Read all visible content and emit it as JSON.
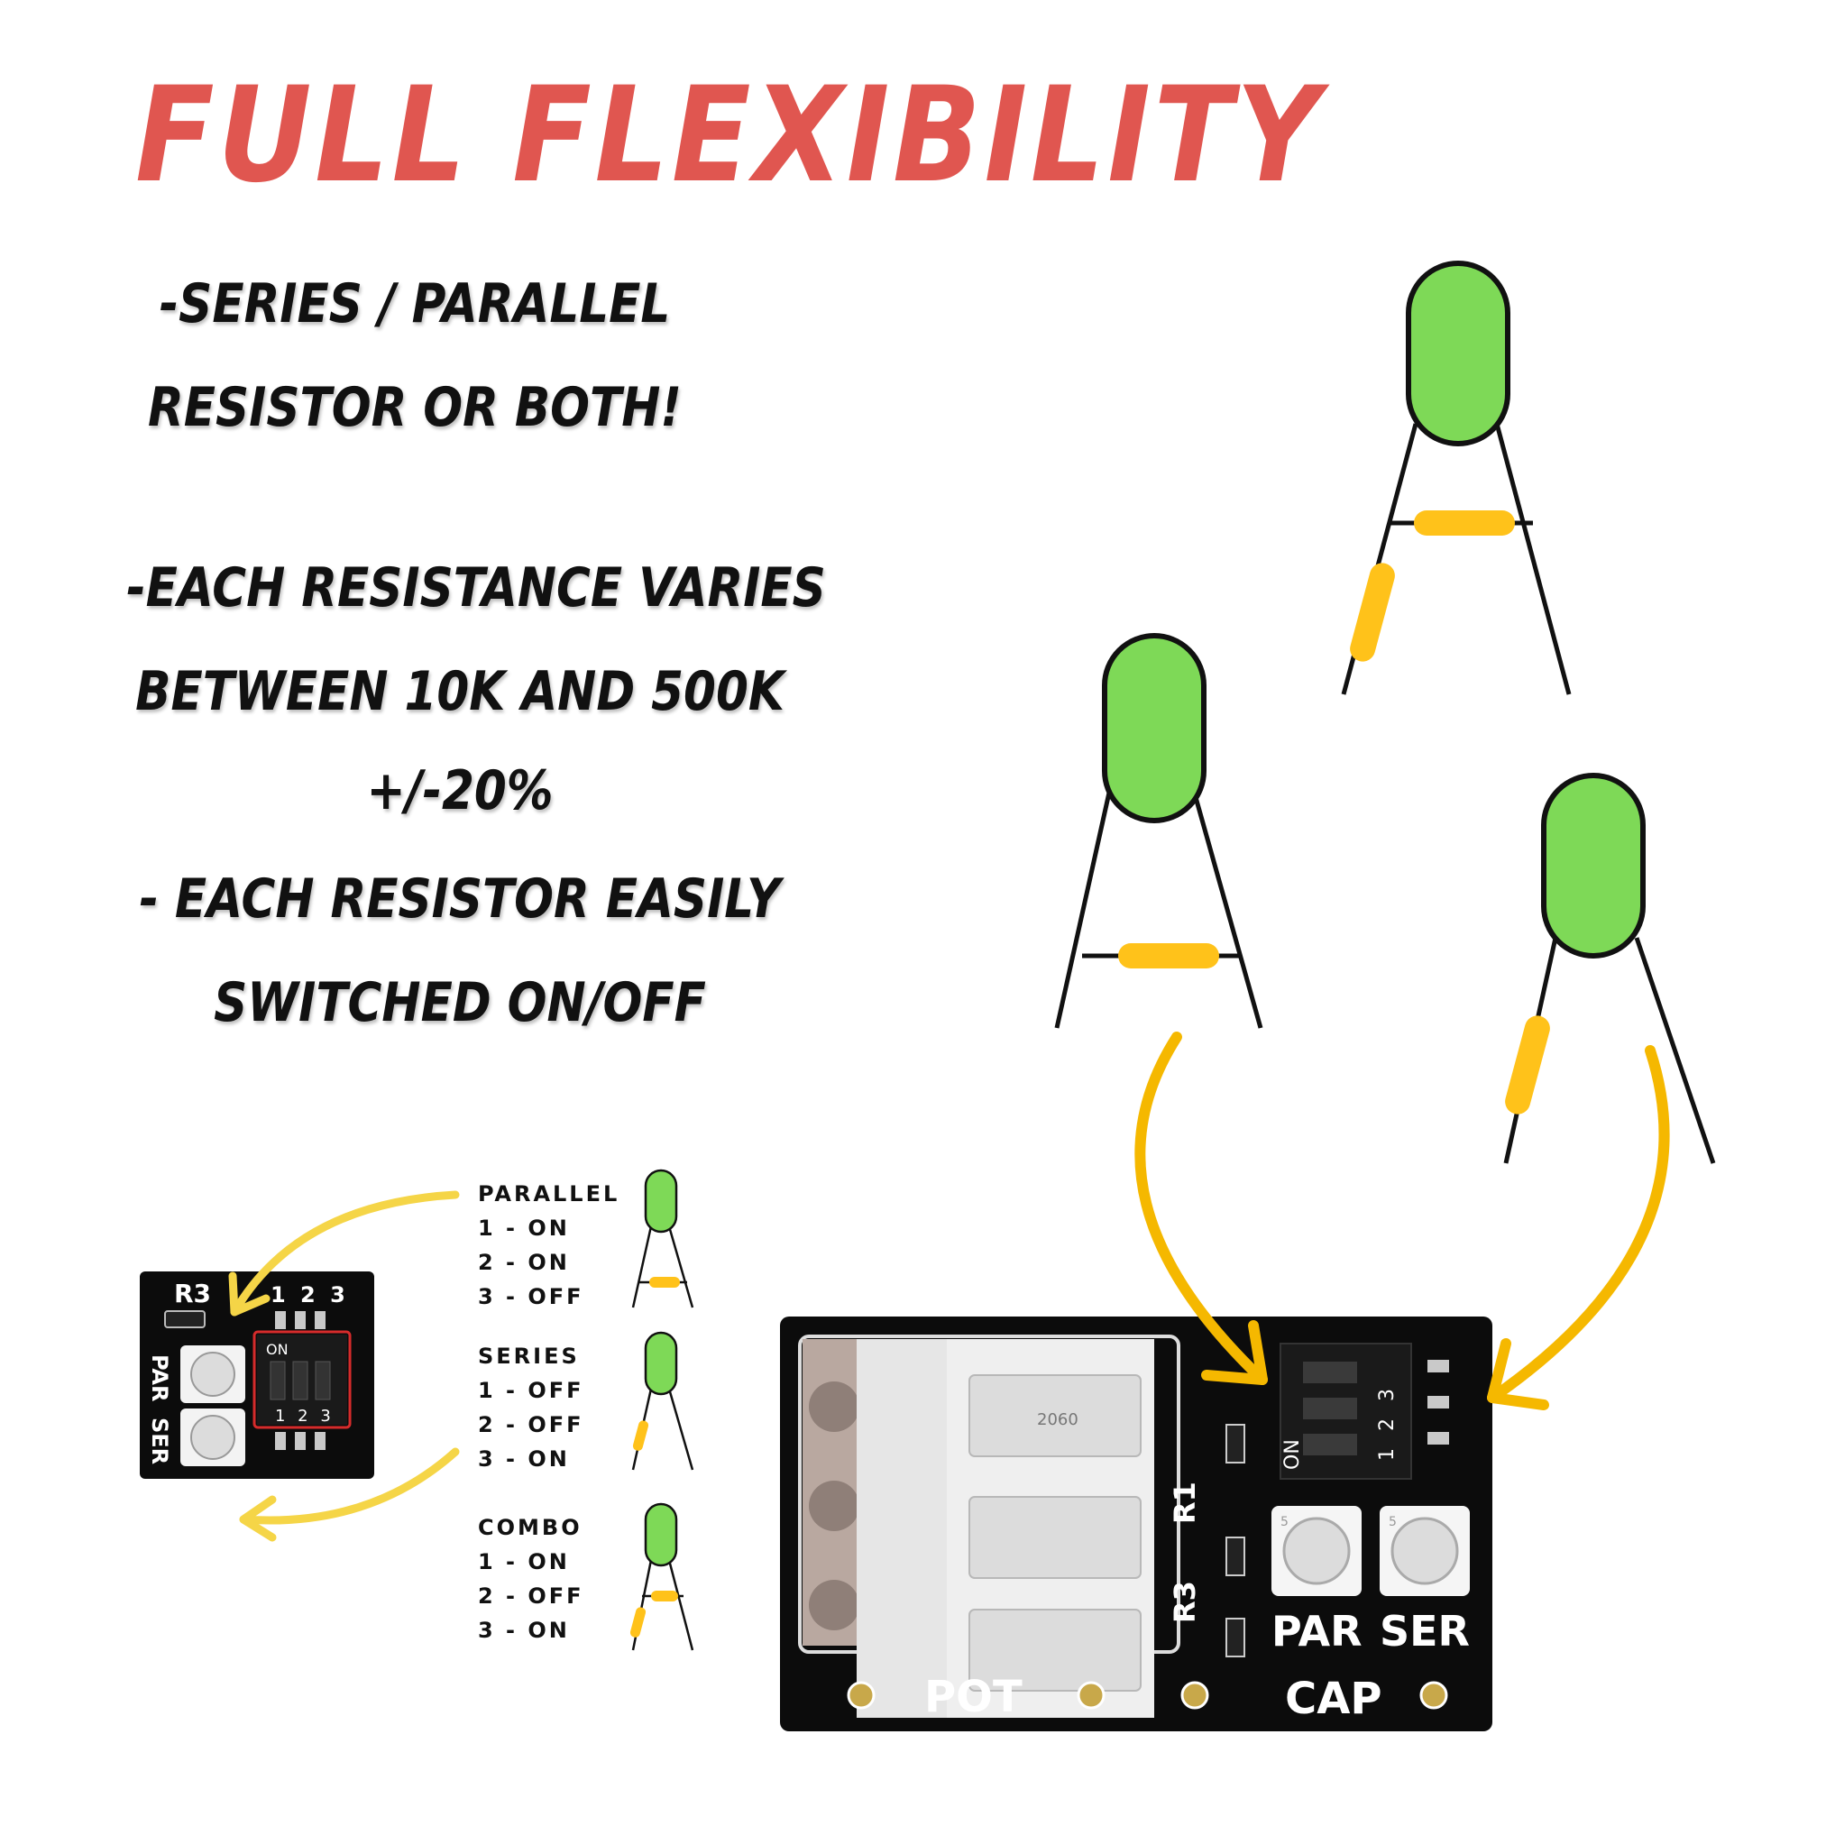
{
  "title": "FULL FLEXIBILITY",
  "features": [
    {
      "lines": [
        "-SERIES / PARALLEL",
        "RESISTOR OR BOTH!"
      ]
    },
    {
      "lines": [
        "-EACH RESISTANCE VARIES",
        "BETWEEN 10K AND 500K",
        "+/-20%"
      ]
    },
    {
      "lines": [
        "- EACH RESISTOR EASILY",
        "SWITCHED ON/OFF"
      ]
    }
  ],
  "modes": [
    {
      "name": "PARALLEL",
      "s1": "1 - ON",
      "s2": "2 - ON",
      "s3": "3 - OFF"
    },
    {
      "name": "SERIES",
      "s1": "1 - OFF",
      "s2": "2 - OFF",
      "s3": "3 - ON"
    },
    {
      "name": "COMBO",
      "s1": "1 - ON",
      "s2": "2 - OFF",
      "s3": "3 - ON"
    }
  ],
  "small_board": {
    "r3": "R3",
    "pads": "1 2 3",
    "on": "ON",
    "pads_bottom": "1 2 3",
    "par": "PAR",
    "ser": "SER"
  },
  "big_board": {
    "pot": "POT",
    "cap": "CAP",
    "par": "PAR",
    "ser": "SER",
    "r1": "R1",
    "r3": "R3",
    "on": "ON",
    "dip_numbers": "1 2 3",
    "connector_code": "2060",
    "trimmer_mark": "5"
  },
  "colors": {
    "title": "#e05650",
    "capacitor": "#7ed957",
    "resistor": "#ffc21a",
    "arrow": "#f5b800",
    "board": "#0c0c0c"
  }
}
